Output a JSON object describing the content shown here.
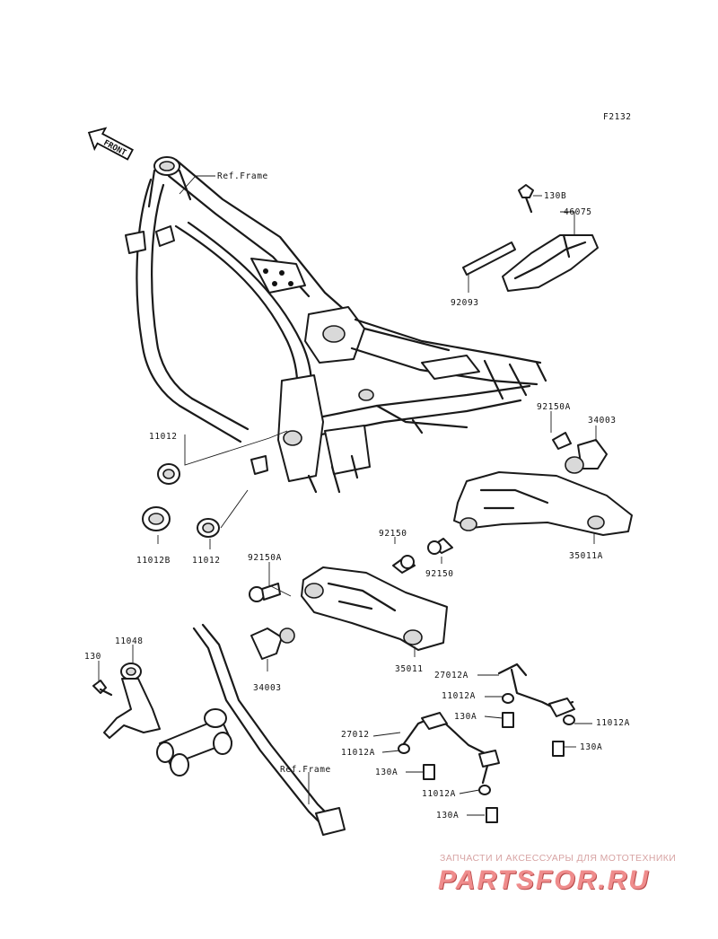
{
  "diagram_code": "F2132",
  "front_arrow": "FRONT",
  "labels": {
    "ref_frame_top": "Ref.Frame",
    "ref_frame_bottom": "Ref.Frame",
    "p130b": "130B",
    "p46075": "46075",
    "p92093": "92093",
    "p92150a_right": "92150A",
    "p34003_right": "34003",
    "p11012_top": "11012",
    "p11012b": "11012B",
    "p11012_bottom": "11012",
    "p92150_upper": "92150",
    "p92150_lower": "92150",
    "p35011a": "35011A",
    "p92150a_left": "92150A",
    "p35011": "35011",
    "p34003_left": "34003",
    "p11048": "11048",
    "p130": "130",
    "p27012a": "27012A",
    "p11012a_1": "11012A",
    "p130a_1": "130A",
    "p11012a_2": "11012A",
    "p130a_2": "130A",
    "p27012": "27012",
    "p11012a_3": "11012A",
    "p130a_3": "130A",
    "p11012a_4": "11012A",
    "p130a_4": "130A"
  },
  "watermark": {
    "tagline": "ЗАПЧАСТИ И АКСЕССУАРЫ ДЛЯ МОТОТЕХНИКИ",
    "logo": "PARTSFOR.RU"
  }
}
